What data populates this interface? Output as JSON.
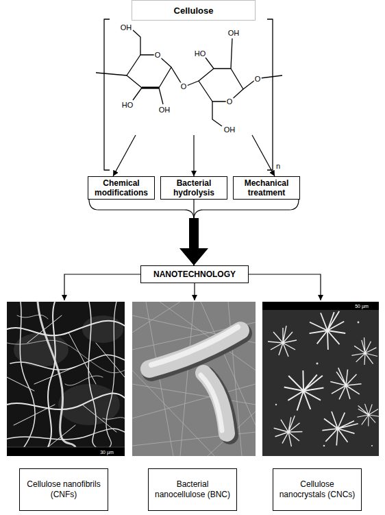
{
  "diagram": {
    "nodes": [
      {
        "text": [
          "Cellulose"
        ]
      },
      {
        "text": [
          "Chemical modifications"
        ]
      },
      {
        "text": [
          "Bacterial hydrolysis"
        ]
      },
      {
        "text": [
          "Mechanical treatment"
        ]
      },
      {
        "text": [
          "NANOTECHNOLOGY"
        ]
      },
      {
        "text": [
          "Cellulose nanofibrils (CNFs)"
        ]
      },
      {
        "text": [
          "Bacterial nanocellulose (BNC)"
        ]
      },
      {
        "text": [
          "Cellulose nanocrystals (CNCs)"
        ]
      }
    ],
    "edges": [
      {
        "from": 0,
        "to": 1,
        "arrow": "to"
      },
      {
        "from": 0,
        "to": 2,
        "arrow": "to"
      },
      {
        "from": 0,
        "to": 3,
        "arrow": "to"
      },
      {
        "from": 1,
        "to": 4,
        "arrow": "to"
      },
      {
        "from": 2,
        "to": 4,
        "arrow": "to"
      },
      {
        "from": 3,
        "to": 4,
        "arrow": "to"
      },
      {
        "from": 4,
        "to": 5,
        "arrow": "to"
      },
      {
        "from": 4,
        "to": 6,
        "arrow": "to"
      },
      {
        "from": 4,
        "to": 7,
        "arrow": "to"
      }
    ],
    "labels": [
      "OH",
      "OH",
      "HO",
      "O",
      "O",
      "O",
      "O",
      "HO",
      "OH",
      "OH",
      "n",
      "30 µm",
      "50 µm"
    ]
  }
}
